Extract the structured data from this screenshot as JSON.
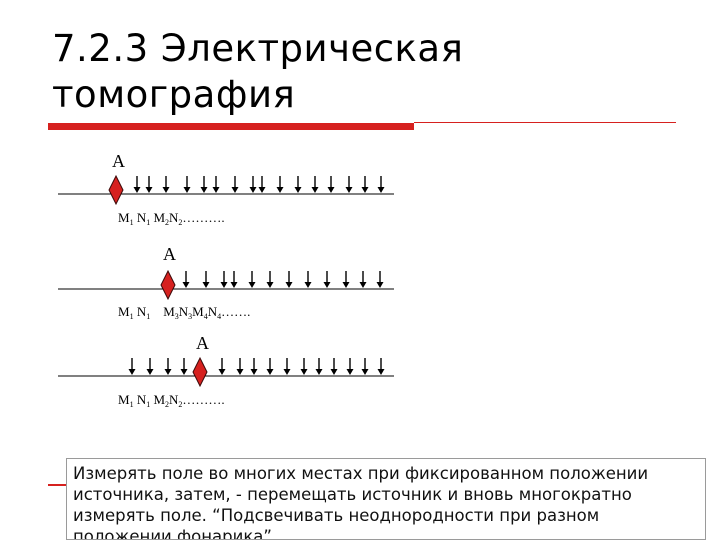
{
  "title": {
    "line1": "7.2.3 Электрическая",
    "line2": "томография"
  },
  "accent_color": "#d6211f",
  "rows": [
    {
      "source_label": "A",
      "electrode_label": {
        "parts": [
          "M",
          "1",
          " N",
          "1",
          " M",
          "2",
          "N",
          "2",
          "………."
        ]
      }
    },
    {
      "source_label": "A",
      "electrode_label": {
        "parts": [
          "M",
          "1",
          " N",
          "1",
          "    M",
          "3",
          "N",
          "3",
          "M",
          "4",
          "N",
          "4",
          "……."
        ]
      }
    },
    {
      "source_label": "A",
      "electrode_label": {
        "parts": [
          "M",
          "1",
          " N",
          "1",
          " M",
          "2",
          "N",
          "2",
          "………."
        ]
      }
    }
  ],
  "text_box": "Измерять поле во многих местах при фиксированном положении источника, затем, - перемещать источник и вновь многократно измерять поле. “Подсвечивать неоднородности при разном положении фонарика”."
}
